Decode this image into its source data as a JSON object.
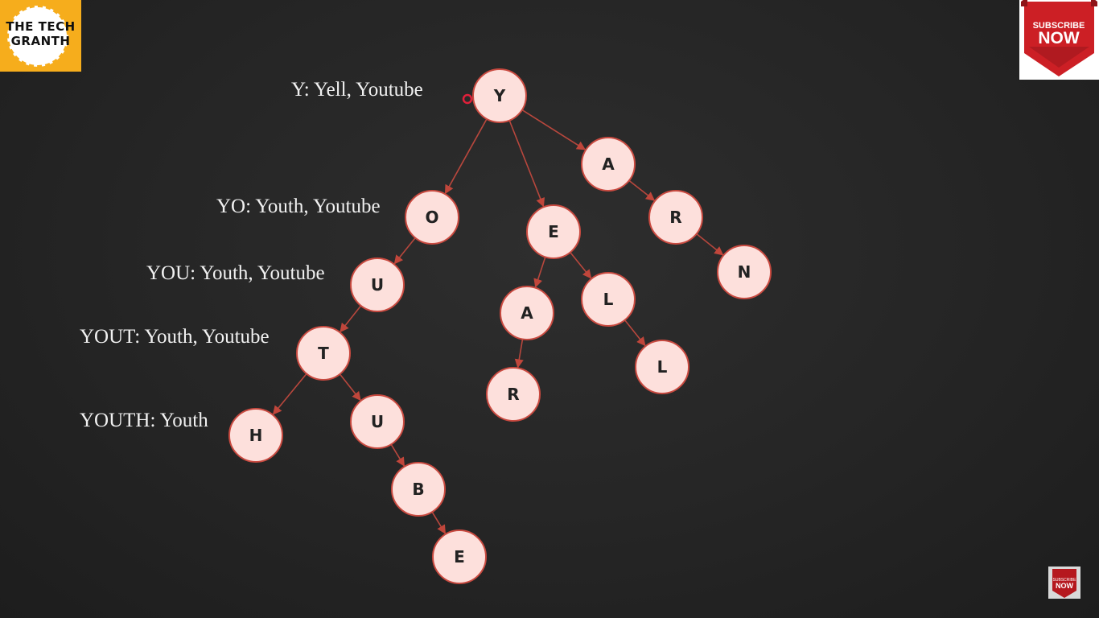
{
  "logo": {
    "line1": "THE TECH",
    "line2": "GRANTH"
  },
  "subscribe": {
    "line1": "SUBSCRIBE",
    "line2": "NOW"
  },
  "subscribe_small": {
    "line1": "SUBSCRIBE",
    "line2": "NOW"
  },
  "labels": {
    "y": "Y: Yell, Youtube",
    "yo": "YO: Youth, Youtube",
    "you": "YOU: Youth, Youtube",
    "yout": "YOUT: Youth, Youtube",
    "youth": "YOUTH: Youth"
  },
  "trie": {
    "nodes": [
      {
        "id": "root",
        "letter": "Y"
      },
      {
        "id": "o",
        "letter": "O"
      },
      {
        "id": "u1",
        "letter": "U"
      },
      {
        "id": "t",
        "letter": "T"
      },
      {
        "id": "h",
        "letter": "H"
      },
      {
        "id": "u2",
        "letter": "U"
      },
      {
        "id": "b",
        "letter": "B"
      },
      {
        "id": "e2",
        "letter": "E"
      },
      {
        "id": "e1",
        "letter": "E"
      },
      {
        "id": "a2",
        "letter": "A"
      },
      {
        "id": "r2",
        "letter": "R"
      },
      {
        "id": "l1",
        "letter": "L"
      },
      {
        "id": "l2",
        "letter": "L"
      },
      {
        "id": "a1",
        "letter": "A"
      },
      {
        "id": "r1",
        "letter": "R"
      },
      {
        "id": "n",
        "letter": "N"
      }
    ],
    "edges": [
      [
        "root",
        "o"
      ],
      [
        "root",
        "e1"
      ],
      [
        "root",
        "a1"
      ],
      [
        "o",
        "u1"
      ],
      [
        "u1",
        "t"
      ],
      [
        "t",
        "h"
      ],
      [
        "t",
        "u2"
      ],
      [
        "u2",
        "b"
      ],
      [
        "b",
        "e2"
      ],
      [
        "e1",
        "a2"
      ],
      [
        "a2",
        "r2"
      ],
      [
        "e1",
        "l1"
      ],
      [
        "l1",
        "l2"
      ],
      [
        "a1",
        "r1"
      ],
      [
        "r1",
        "n"
      ]
    ]
  }
}
